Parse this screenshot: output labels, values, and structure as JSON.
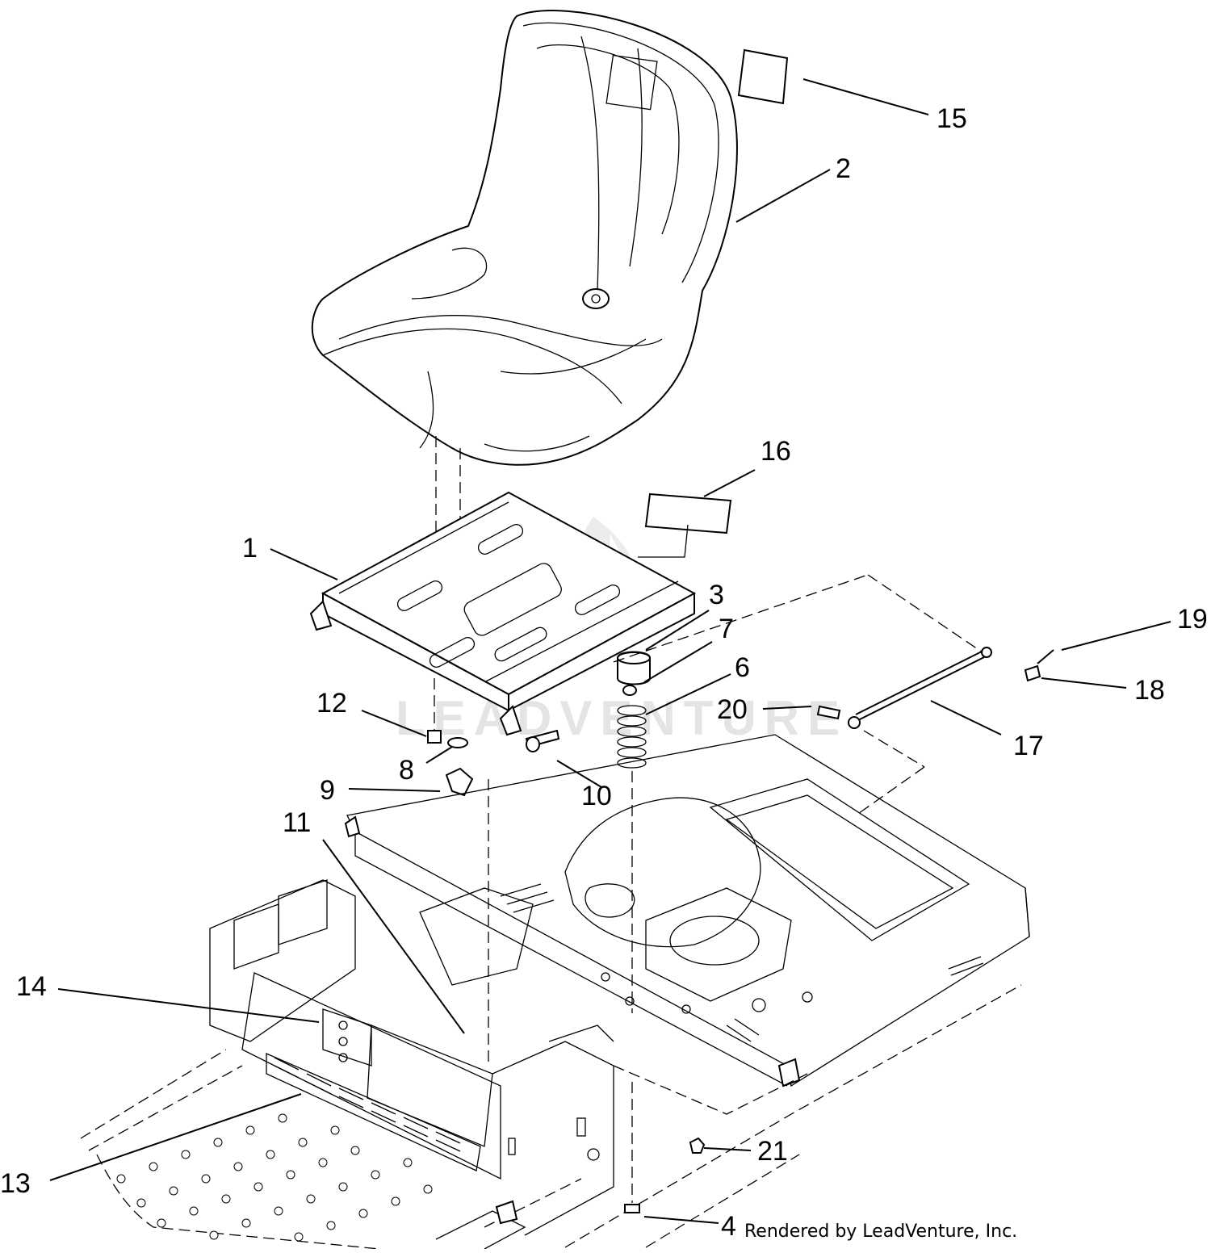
{
  "diagram": {
    "callouts": [
      {
        "id": "c1",
        "label": "1"
      },
      {
        "id": "c2",
        "label": "2"
      },
      {
        "id": "c3",
        "label": "3"
      },
      {
        "id": "c4",
        "label": "4"
      },
      {
        "id": "c6",
        "label": "6"
      },
      {
        "id": "c7",
        "label": "7"
      },
      {
        "id": "c8",
        "label": "8"
      },
      {
        "id": "c9",
        "label": "9"
      },
      {
        "id": "c10",
        "label": "10"
      },
      {
        "id": "c11",
        "label": "11"
      },
      {
        "id": "c12",
        "label": "12"
      },
      {
        "id": "c13",
        "label": "13"
      },
      {
        "id": "c14",
        "label": "14"
      },
      {
        "id": "c15",
        "label": "15"
      },
      {
        "id": "c16",
        "label": "16"
      },
      {
        "id": "c17",
        "label": "17"
      },
      {
        "id": "c18",
        "label": "18"
      },
      {
        "id": "c19",
        "label": "19"
      },
      {
        "id": "c20",
        "label": "20"
      },
      {
        "id": "c21",
        "label": "21"
      }
    ],
    "watermark": "LEADVENTURE",
    "credit": "Rendered by LeadVenture, Inc."
  }
}
